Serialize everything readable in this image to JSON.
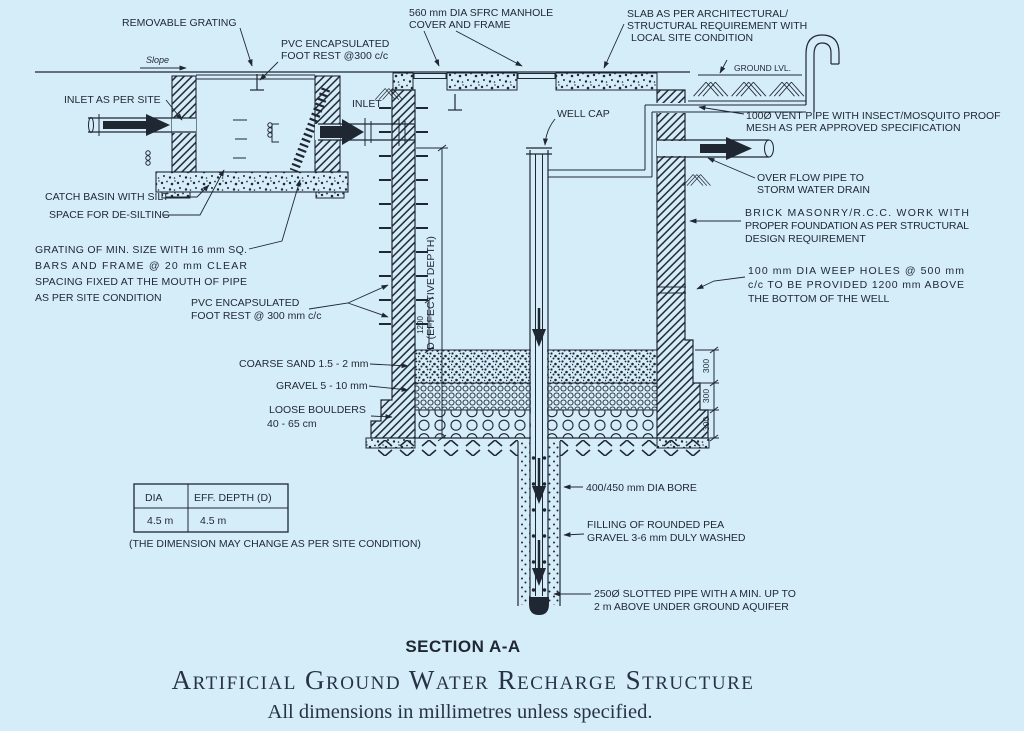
{
  "labels": {
    "removable_grating": "REMOVABLE GRATING",
    "pvc_footrest_top": [
      "PVC ENCAPSULATED",
      "FOOT REST @300 c/c"
    ],
    "manhole_cover": [
      "560 mm DIA SFRC MANHOLE",
      "COVER AND FRAME"
    ],
    "slab": [
      "SLAB AS PER ARCHITECTURAL/",
      "STRUCTURAL REQUIREMENT WITH",
      "LOCAL SITE CONDITION"
    ],
    "slope": "Slope",
    "inlet_as_per_site": "INLET AS PER SITE",
    "inlet": "INLET",
    "well_cap": "WELL CAP",
    "ground_lvl": "GROUND LVL.",
    "vent_pipe": [
      "100Ø VENT PIPE WITH INSECT/MOSQUITO PROOF",
      "MESH AS PER APPROVED SPECIFICATION"
    ],
    "overflow_pipe": [
      "OVER FLOW PIPE TO",
      "STORM WATER DRAIN"
    ],
    "brick_masonry": [
      "BRICK MASONRY/R.C.C. WORK WITH",
      "PROPER FOUNDATION AS PER STRUCTURAL",
      "DESIGN REQUIREMENT"
    ],
    "catch_basin": [
      "CATCH BASIN WITH SILT",
      "SPACE FOR DE-SILTING"
    ],
    "grating_spec": [
      "GRATING OF MIN. SIZE WITH 16 mm SQ.",
      "BARS AND FRAME @ 20 mm CLEAR",
      "SPACING FIXED AT THE MOUTH OF PIPE",
      "AS PER SITE CONDITION"
    ],
    "pvc_footrest_mid": [
      "PVC ENCAPSULATED",
      "FOOT REST @ 300 mm c/c"
    ],
    "weep_holes": [
      "100 mm DIA WEEP HOLES @ 500 mm",
      "c/c TO BE PROVIDED 1200 mm ABOVE",
      "THE BOTTOM OF THE WELL"
    ],
    "coarse_sand": "COARSE SAND 1.5 - 2 mm",
    "gravel": "GRAVEL 5 - 10 mm",
    "loose_boulders": [
      "LOOSE BOULDERS",
      "40 - 65 cm"
    ],
    "dia_bore": "400/450 mm DIA BORE",
    "pea_gravel": [
      "FILLING OF ROUNDED PEA",
      "GRAVEL 3-6 mm DULY WASHED"
    ],
    "slotted_pipe": [
      "250Ø SLOTTED PIPE WITH A MIN. UP TO",
      "2 m ABOVE UNDER GROUND AQUIFER"
    ],
    "effective_depth": "D (EFFECTIVE DEPTH)",
    "dim_1200": "1200",
    "dim_300": "300"
  },
  "table": {
    "headers": [
      "DIA",
      "EFF. DEPTH (D)"
    ],
    "rows": [
      [
        "4.5 m",
        "4.5 m"
      ]
    ],
    "caption": "(THE DIMENSION MAY CHANGE AS PER SITE CONDITION)"
  },
  "titles": {
    "section": "SECTION A-A",
    "main": "Artificial Ground Water Recharge Structure",
    "note": "All dimensions in millimetres unless specified."
  },
  "colors": {
    "background": "#d5edf8",
    "line": "#1f2733",
    "text": "#1f2733",
    "title_text": "#273344"
  }
}
